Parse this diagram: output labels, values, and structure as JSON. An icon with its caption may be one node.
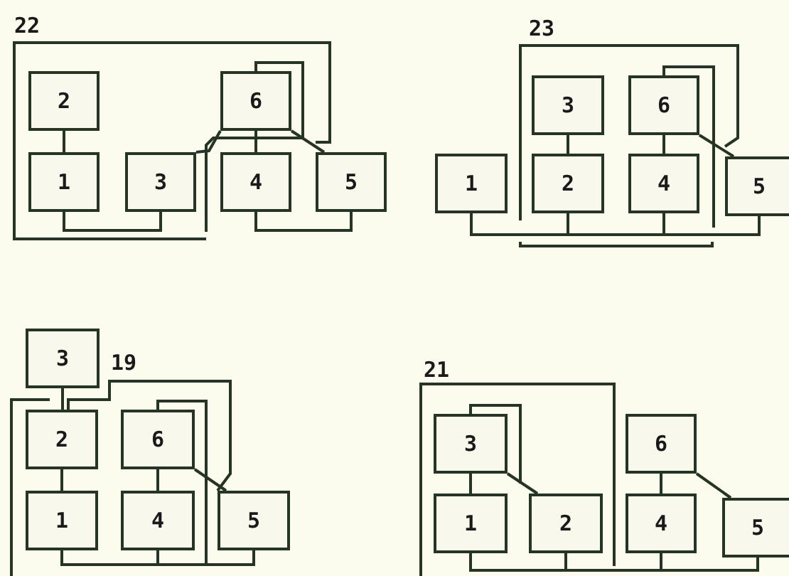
{
  "diagram": {
    "nodes": [
      {
        "text": [
          "2"
        ]
      },
      {
        "text": [
          "6"
        ]
      },
      {
        "text": [
          "1"
        ]
      },
      {
        "text": [
          "3"
        ]
      },
      {
        "text": [
          "4"
        ]
      },
      {
        "text": [
          "5"
        ]
      },
      {
        "text": [
          "3"
        ]
      },
      {
        "text": [
          "6"
        ]
      },
      {
        "text": [
          "1"
        ]
      },
      {
        "text": [
          "2"
        ]
      },
      {
        "text": [
          "4"
        ]
      },
      {
        "text": [
          "5"
        ]
      },
      {
        "text": [
          "3"
        ]
      },
      {
        "text": [
          "2"
        ]
      },
      {
        "text": [
          "6"
        ]
      },
      {
        "text": [
          "1"
        ]
      },
      {
        "text": [
          "4"
        ]
      },
      {
        "text": [
          "5"
        ]
      },
      {
        "text": [
          "3"
        ]
      },
      {
        "text": [
          "6"
        ]
      },
      {
        "text": [
          "1"
        ]
      },
      {
        "text": [
          "2"
        ]
      },
      {
        "text": [
          "4"
        ]
      },
      {
        "text": [
          "5"
        ]
      }
    ],
    "edges": [
      {
        "from": 0,
        "to": 2,
        "arrow": "none"
      },
      {
        "from": 1,
        "to": 3,
        "arrow": "none"
      },
      {
        "from": 1,
        "to": 4,
        "arrow": "none"
      },
      {
        "from": 1,
        "to": 5,
        "arrow": "none"
      },
      {
        "from": 2,
        "to": 3,
        "arrow": "none"
      },
      {
        "from": 4,
        "to": 5,
        "arrow": "none"
      },
      {
        "from": 6,
        "to": 9,
        "arrow": "none"
      },
      {
        "from": 7,
        "to": 10,
        "arrow": "none"
      },
      {
        "from": 7,
        "to": 11,
        "arrow": "none"
      },
      {
        "from": 8,
        "to": 9,
        "arrow": "none"
      },
      {
        "from": 9,
        "to": 10,
        "arrow": "none"
      },
      {
        "from": 10,
        "to": 11,
        "arrow": "none"
      },
      {
        "from": 12,
        "to": 13,
        "arrow": "none"
      },
      {
        "from": 13,
        "to": 15,
        "arrow": "none"
      },
      {
        "from": 14,
        "to": 16,
        "arrow": "none"
      },
      {
        "from": 14,
        "to": 17,
        "arrow": "none"
      },
      {
        "from": 15,
        "to": 16,
        "arrow": "none"
      },
      {
        "from": 16,
        "to": 17,
        "arrow": "none"
      },
      {
        "from": 18,
        "to": 20,
        "arrow": "none"
      },
      {
        "from": 18,
        "to": 21,
        "arrow": "none"
      },
      {
        "from": 19,
        "to": 22,
        "arrow": "none"
      },
      {
        "from": 19,
        "to": 23,
        "arrow": "none"
      },
      {
        "from": 20,
        "to": 21,
        "arrow": "none"
      },
      {
        "from": 21,
        "to": 22,
        "arrow": "none"
      },
      {
        "from": 22,
        "to": 23,
        "arrow": "none"
      },
      {
        "from": 13,
        "to": 17,
        "arrow": "none"
      },
      {
        "from": 14,
        "to": 17,
        "arrow": "none"
      }
    ],
    "labels": [
      "22",
      "23",
      "19",
      "21"
    ]
  }
}
